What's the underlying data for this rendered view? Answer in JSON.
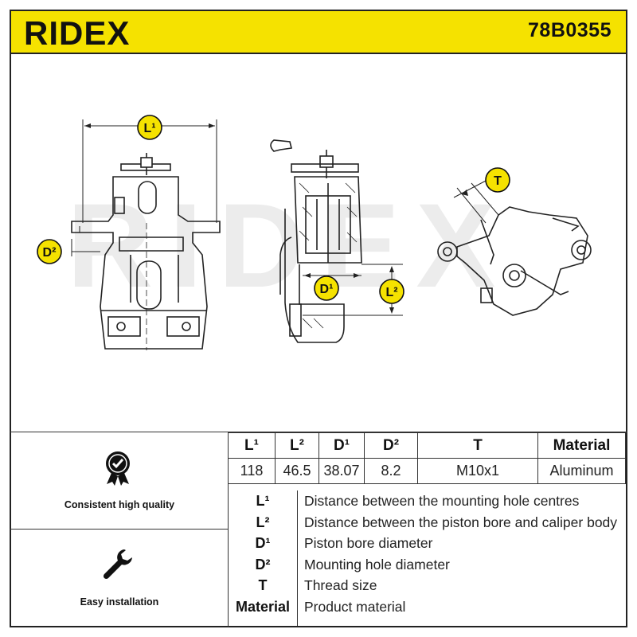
{
  "header": {
    "brand": "RIDEX",
    "part_number": "78B0355",
    "accent": "#f5e200"
  },
  "drawing": {
    "watermark": "RIDEX",
    "labels": {
      "l1": "L¹",
      "l2": "L²",
      "d1": "D¹",
      "d2": "D²",
      "t": "T"
    },
    "badge_color": "#f5e200"
  },
  "features": [
    {
      "icon": "quality-check-badge-icon",
      "label": "Consistent high quality"
    },
    {
      "icon": "wrench-icon",
      "label": "Easy installation"
    }
  ],
  "spec_table": {
    "headers": [
      "L¹",
      "L²",
      "D¹",
      "D²",
      "T",
      "Material"
    ],
    "values": [
      "118",
      "46.5",
      "38.07",
      "8.2",
      "M10x1",
      "Aluminum"
    ]
  },
  "legend": [
    {
      "key": "L¹",
      "text": "Distance between the mounting hole centres"
    },
    {
      "key": "L²",
      "text": "Distance between the piston bore and caliper body"
    },
    {
      "key": "D¹",
      "text": "Piston bore diameter"
    },
    {
      "key": "D²",
      "text": "Mounting hole diameter"
    },
    {
      "key": "T",
      "text": "Thread size"
    },
    {
      "key": "Material",
      "text": "Product material"
    }
  ]
}
